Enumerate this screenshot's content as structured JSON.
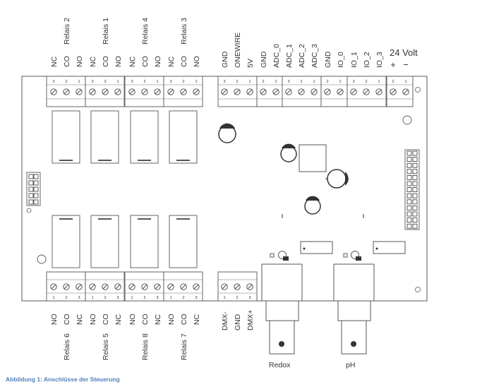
{
  "caption": "Abbildung 1: Anschlüsse der Steuerung",
  "top_relays": [
    {
      "name": "Relais 2",
      "pins": [
        "NC",
        "CO",
        "NO"
      ],
      "nums": [
        "3",
        "2",
        "1"
      ]
    },
    {
      "name": "Relais 1",
      "pins": [
        "NC",
        "CO",
        "NO"
      ],
      "nums": [
        "3",
        "2",
        "1"
      ]
    },
    {
      "name": "Relais 4",
      "pins": [
        "NC",
        "CO",
        "NO"
      ],
      "nums": [
        "3",
        "2",
        "1"
      ]
    },
    {
      "name": "Relais 3",
      "pins": [
        "NC",
        "CO",
        "NO"
      ],
      "nums": [
        "3",
        "2",
        "1"
      ]
    }
  ],
  "bottom_relays": [
    {
      "name": "Relais 6",
      "pins": [
        "NO",
        "CO",
        "NC"
      ],
      "nums": [
        "1",
        "2",
        "3"
      ]
    },
    {
      "name": "Relais 5",
      "pins": [
        "NO",
        "CO",
        "NC"
      ],
      "nums": [
        "1",
        "2",
        "3"
      ]
    },
    {
      "name": "Relais 8",
      "pins": [
        "NO",
        "CO",
        "NC"
      ],
      "nums": [
        "1",
        "2",
        "3"
      ]
    },
    {
      "name": "Relais 7",
      "pins": [
        "NO",
        "CO",
        "NC"
      ],
      "nums": [
        "1",
        "2",
        "3"
      ]
    }
  ],
  "top_blocks": [
    {
      "pins": [
        "GND",
        "ONEWIRE",
        "5V"
      ],
      "nums": [
        "3",
        "2",
        "1"
      ]
    },
    {
      "pins": [
        "GND",
        "ADC_0"
      ],
      "nums": [
        "2",
        "1"
      ]
    },
    {
      "pins": [
        "ADC_1",
        "ADC_2",
        "ADC_3"
      ],
      "nums": [
        "3",
        "2",
        "1"
      ]
    },
    {
      "pins": [
        "GND",
        "IO_0"
      ],
      "nums": [
        "2",
        "1"
      ]
    },
    {
      "pins": [
        "IO_1",
        "IO_2",
        "IO_3"
      ],
      "nums": [
        "3",
        "2",
        "1"
      ]
    },
    {
      "pins": [
        "+",
        "−"
      ],
      "nums": [
        "2",
        "1"
      ]
    }
  ],
  "power_label": "24 Volt",
  "dmx": {
    "pins": [
      "DMX-",
      "GND",
      "DMX+"
    ],
    "nums": [
      "1",
      "2",
      "3"
    ]
  },
  "bnc": [
    {
      "label": "Redox"
    },
    {
      "label": "pH"
    }
  ]
}
